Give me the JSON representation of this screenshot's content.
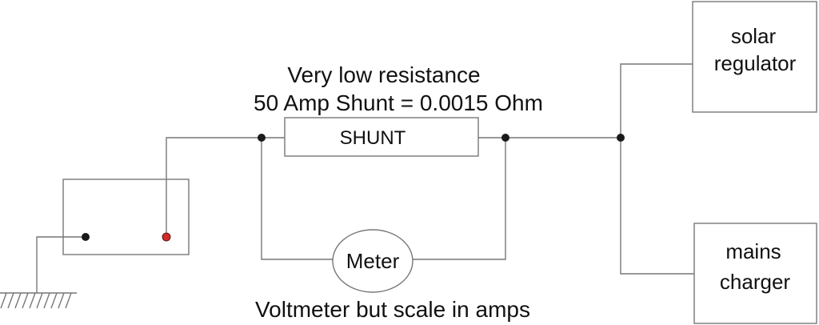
{
  "annotation": {
    "line1": "Very low resistance",
    "line2": "50 Amp Shunt = 0.0015 Ohm"
  },
  "shunt": {
    "label": "SHUNT"
  },
  "meter": {
    "label": "Meter",
    "caption": "Voltmeter but scale in amps"
  },
  "solar_regulator": {
    "line1": "solar",
    "line2": "regulator"
  },
  "mains_charger": {
    "line1": "mains",
    "line2": "charger"
  },
  "colors": {
    "wire": "#777777",
    "node": "#1a1a1a",
    "positive_terminal": "#d42a2a"
  }
}
